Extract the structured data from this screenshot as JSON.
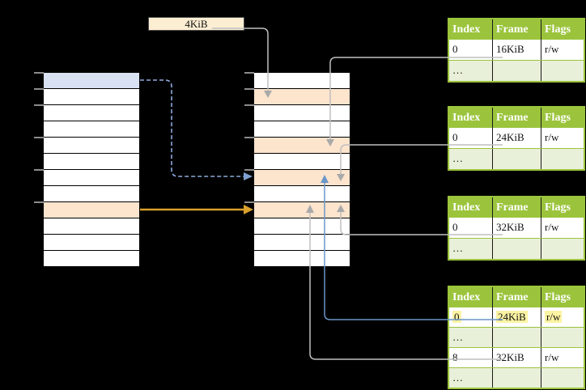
{
  "frame_label": {
    "text": "4KiB"
  },
  "left_column": {
    "description": "virtual address space pages",
    "rows": 12,
    "blue_row": 0,
    "orange_rows": [
      8
    ],
    "tick_rows": [
      0,
      1,
      2,
      4,
      6,
      8
    ]
  },
  "middle_column": {
    "description": "physical memory frames",
    "rows": 12,
    "orange_rows": [
      1,
      4,
      6,
      8
    ],
    "tick_rows": [
      0,
      1,
      2,
      4,
      6,
      8
    ]
  },
  "page_tables": [
    {
      "headers": [
        "Index",
        "Frame",
        "Flags"
      ],
      "rows": [
        {
          "cells": [
            "0",
            "16KiB",
            "r/w"
          ],
          "shaded": false,
          "highlight": false
        },
        {
          "cells": [
            "…",
            "",
            ""
          ],
          "shaded": true,
          "highlight": false
        }
      ]
    },
    {
      "headers": [
        "Index",
        "Frame",
        "Flags"
      ],
      "rows": [
        {
          "cells": [
            "0",
            "24KiB",
            "r/w"
          ],
          "shaded": false,
          "highlight": false
        },
        {
          "cells": [
            "…",
            "",
            ""
          ],
          "shaded": true,
          "highlight": false
        }
      ]
    },
    {
      "headers": [
        "Index",
        "Frame",
        "Flags"
      ],
      "rows": [
        {
          "cells": [
            "0",
            "32KiB",
            "r/w"
          ],
          "shaded": false,
          "highlight": false
        },
        {
          "cells": [
            "…",
            "",
            ""
          ],
          "shaded": true,
          "highlight": false
        }
      ]
    },
    {
      "headers": [
        "Index",
        "Frame",
        "Flags"
      ],
      "rows": [
        {
          "cells": [
            "0",
            "24KiB",
            "r/w"
          ],
          "shaded": false,
          "highlight": true
        },
        {
          "cells": [
            "…",
            "",
            ""
          ],
          "shaded": true,
          "highlight": false
        },
        {
          "cells": [
            "8",
            "32KiB",
            "r/w"
          ],
          "shaded": false,
          "highlight": false
        },
        {
          "cells": [
            "…",
            "",
            ""
          ],
          "shaded": true,
          "highlight": false
        }
      ]
    }
  ],
  "colors": {
    "table_header_green": "#9BC43C",
    "table_shaded_row_green": "#E9F0DA",
    "highlight_yellow": "#FCF3A3",
    "page_blue": "#D9E2F3",
    "page_orange": "#FCE4CD",
    "frame_label_bg": "#FCEED3",
    "connector_gray": "#BFBFBF",
    "connector_blue": "#6B96C9",
    "dashed_arrow_blue": "#8FAADC",
    "solid_arrow_orange": "#D9A02B"
  }
}
